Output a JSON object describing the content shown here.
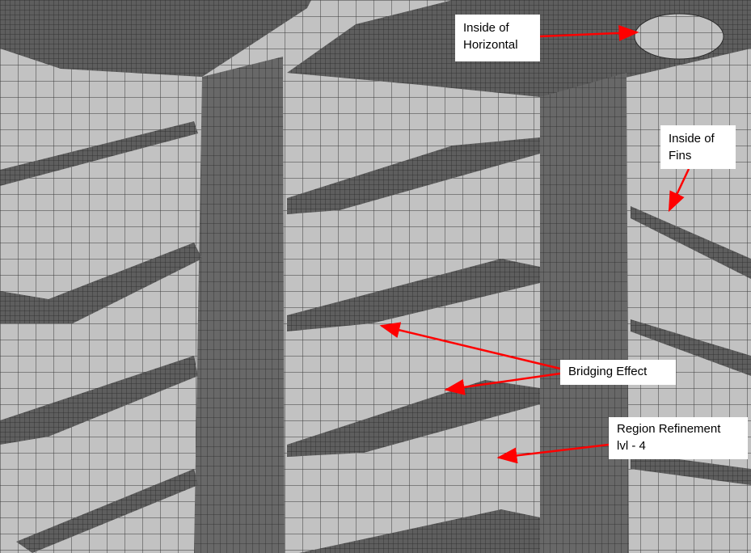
{
  "annotations": {
    "horizontal": {
      "line1": "Inside of",
      "line2": "Horizontal"
    },
    "fins": {
      "line1": "Inside of",
      "line2": "Fins"
    },
    "bridging": {
      "line1": "Bridging Effect"
    },
    "refinement": {
      "line1": "Region Refinement",
      "line2": "lvl - 4"
    }
  },
  "colors": {
    "arrow": "#ff0000",
    "mesh_light": "#c2c2c2",
    "mesh_dark": "#5a5a5a",
    "mesh_line": "#3a3a3a"
  }
}
